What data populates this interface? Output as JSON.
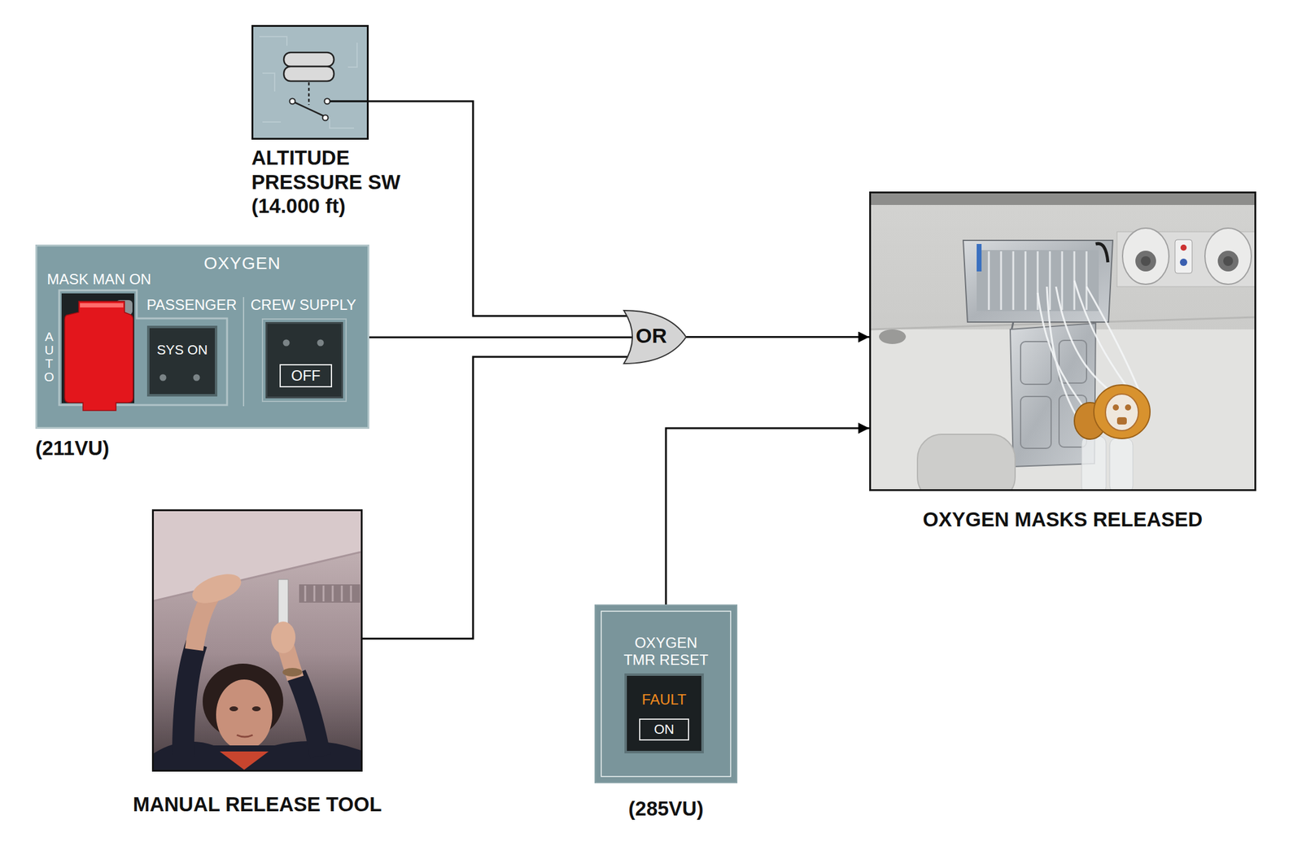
{
  "diagram": {
    "nodes": [
      {
        "text": [
          "ALTITUDE PRESSURE SW (14.000 ft)"
        ]
      },
      {
        "text": [
          "OXYGEN",
          "MASK MAN ON",
          "PASSENGER",
          "CREW SUPPLY",
          "AUTO",
          "(211VU)"
        ]
      },
      {
        "text": [
          "SYS ON"
        ],
        "in": 1
      },
      {
        "text": [
          "OFF"
        ],
        "in": 1
      },
      {
        "text": [
          "OR"
        ]
      },
      {
        "text": [
          "OXYGEN MASKS RELEASED"
        ]
      },
      {
        "text": [
          "MANUAL RELEASE TOOL"
        ]
      },
      {
        "text": [
          "OXYGEN TMR RESET",
          "(285VU)"
        ]
      },
      {
        "text": [
          "FAULT",
          "ON"
        ],
        "in": 7
      }
    ],
    "edges": [
      {
        "from": 0,
        "to": 4,
        "arrow": "none"
      },
      {
        "from": 1,
        "to": 4,
        "arrow": "none"
      },
      {
        "from": 6,
        "to": 4,
        "arrow": "none"
      },
      {
        "from": 4,
        "to": 5,
        "arrow": "to"
      },
      {
        "from": 7,
        "to": 5,
        "arrow": "to"
      }
    ]
  }
}
